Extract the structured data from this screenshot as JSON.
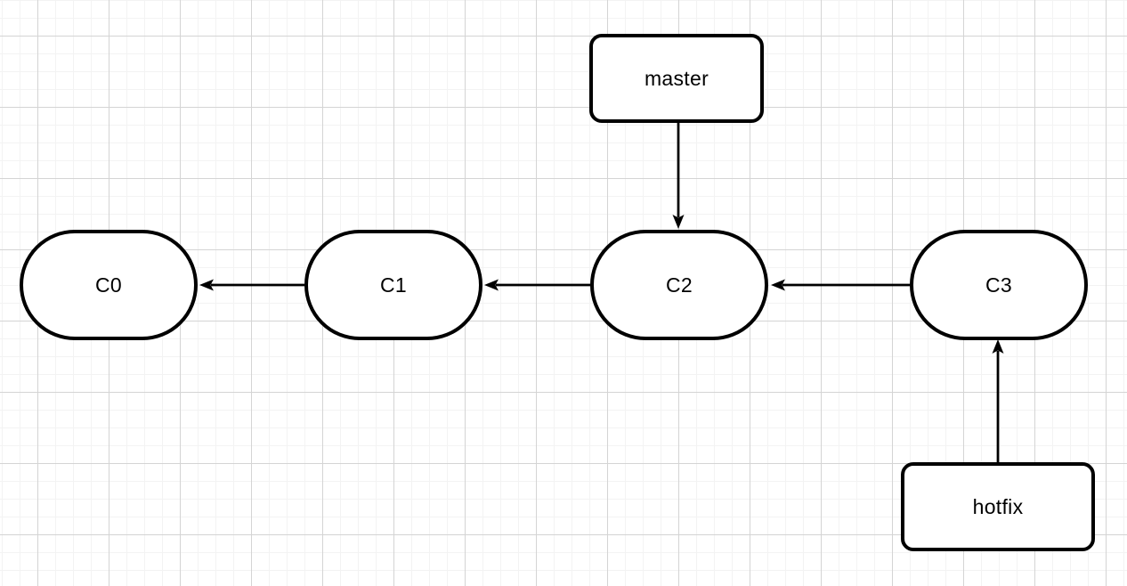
{
  "diagram": {
    "kind": "git-commit-graph",
    "commits": [
      {
        "id": "C0",
        "label": "C0"
      },
      {
        "id": "C1",
        "label": "C1"
      },
      {
        "id": "C2",
        "label": "C2"
      },
      {
        "id": "C3",
        "label": "C3"
      }
    ],
    "branches": [
      {
        "id": "master",
        "label": "master"
      },
      {
        "id": "hotfix",
        "label": "hotfix"
      }
    ],
    "edges": [
      {
        "from": "C1",
        "to": "C0",
        "direction": "left"
      },
      {
        "from": "C2",
        "to": "C1",
        "direction": "left"
      },
      {
        "from": "C3",
        "to": "C2",
        "direction": "left"
      },
      {
        "from": "master",
        "to": "C2",
        "direction": "down"
      },
      {
        "from": "hotfix",
        "to": "C3",
        "direction": "up"
      }
    ],
    "colors": {
      "background": "#ffffff",
      "grid_minor": "#f3f3f3",
      "grid_major": "#d4d4d4",
      "node_fill": "#ffffff",
      "node_stroke": "#000000",
      "text": "#000000"
    }
  }
}
